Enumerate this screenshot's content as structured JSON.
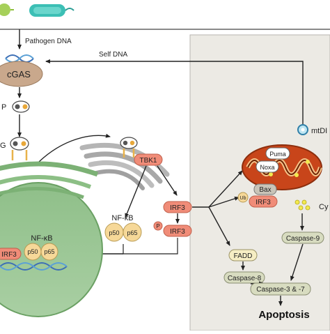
{
  "labels": {
    "pathogen_dna": "Pathogen DNA",
    "self_dna": "Self DNA",
    "cgas": "cGAS",
    "p": "P",
    "g": "G",
    "tbk1": "TBK1",
    "nfkb_top": "NF-κB",
    "p50_top": "p50",
    "p65_top": "p65",
    "irf3_a": "IRF3",
    "p_phos": "P",
    "irf3_b": "IRF3",
    "nfkb_nuc": "NF-κB",
    "p50_nuc": "p50",
    "p65_nuc": "p65",
    "irf3_nuc": "IRF3",
    "mtdna": "mtDI",
    "puma": "Puma",
    "noxa": "Noxa",
    "bax": "Bax",
    "ub": "Ub",
    "irf3_c": "IRF3",
    "cyt": "Cy",
    "fadd": "FADD",
    "caspase9": "Caspase-9",
    "caspase8": "Caspase-8",
    "caspase37": "Caspase-3 & -7",
    "apoptosis": "Apoptosis"
  },
  "colors": {
    "panel": "#eceae4",
    "nucleus": "#9bc596",
    "irf3": "#f08c78",
    "subunit": "#f6d898",
    "caspase": "#d8dcc0",
    "cgas": "#c9a88c",
    "mito_outer": "#c8451a",
    "mito_inner": "#6e2406",
    "bacterium": "#3cbfb5"
  },
  "icons": [
    "virus-icon",
    "bacterium-icon",
    "dna-helix-icon",
    "mitochondrion-icon",
    "er-stack-icon"
  ]
}
